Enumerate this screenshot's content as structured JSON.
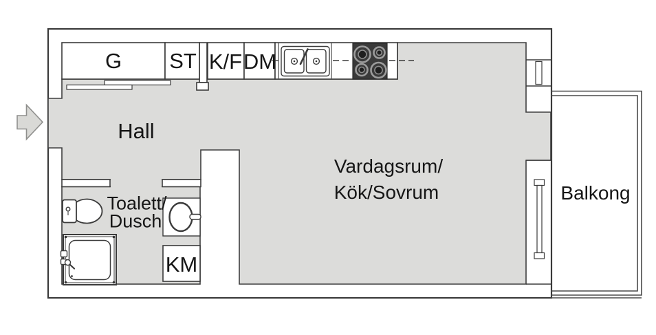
{
  "plan_type": "apartment-floor-plan",
  "rooms": {
    "hall": {
      "label": "Hall"
    },
    "living_kitchen_bedroom": {
      "line1": "Vardagsrum/",
      "line2": "Kök/Sovrum"
    },
    "bathroom": {
      "line1": "Toalett/",
      "line2": "Dusch"
    },
    "balcony": {
      "label": "Balkong"
    }
  },
  "closets": {
    "wardrobe": {
      "label": "G"
    },
    "storage": {
      "label": "ST"
    }
  },
  "appliances": {
    "fridge_freezer": {
      "label": "K/F"
    },
    "dishwasher": {
      "label": "DM"
    },
    "washing_machine": {
      "label": "KM"
    }
  },
  "symbols": [
    "entrance-arrow",
    "sliding-wardrobe-doors",
    "kitchen-sink",
    "stove-four-burners",
    "window-small",
    "window-large",
    "toilet",
    "wash-basin",
    "shower-cabin",
    "balcony-railing"
  ],
  "colors": {
    "floor": "#dcdcda",
    "wall": "#ffffff",
    "outline": "#3b3b3b",
    "stove": "#3a3a3a",
    "burner_ring": "#9c9c9c",
    "arrow": "#d9d9d6",
    "text": "#161616"
  }
}
